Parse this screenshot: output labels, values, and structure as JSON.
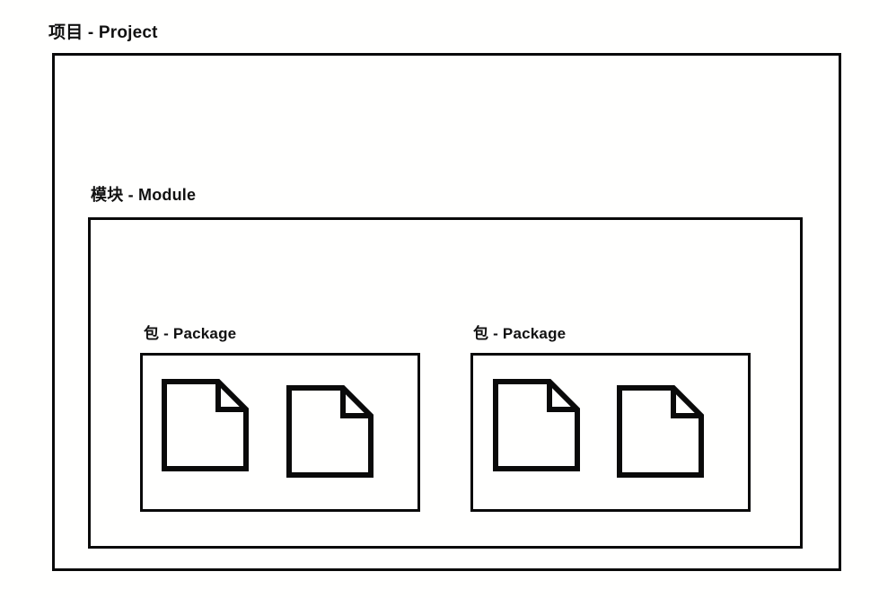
{
  "diagram": {
    "type": "nesting-hierarchy",
    "description": "Project contains Module, Module contains Packages, Packages contain source files",
    "background_color": "#fffffe",
    "stroke_color": "#0a0a0a",
    "levels": [
      "project",
      "module",
      "package",
      "file"
    ]
  },
  "project": {
    "label": "项目 - Project",
    "label_cn": "项目",
    "label_en": "Project"
  },
  "module": {
    "label": "模块 - Module",
    "label_cn": "模块",
    "label_en": "Module"
  },
  "packages": [
    {
      "label": "包 - Package",
      "label_cn": "包",
      "label_en": "Package",
      "files": [
        {
          "icon": "file-document-icon"
        },
        {
          "icon": "file-document-icon"
        }
      ]
    },
    {
      "label": "包 - Package",
      "label_cn": "包",
      "label_en": "Package",
      "files": [
        {
          "icon": "file-document-icon"
        },
        {
          "icon": "file-document-icon"
        }
      ]
    }
  ]
}
